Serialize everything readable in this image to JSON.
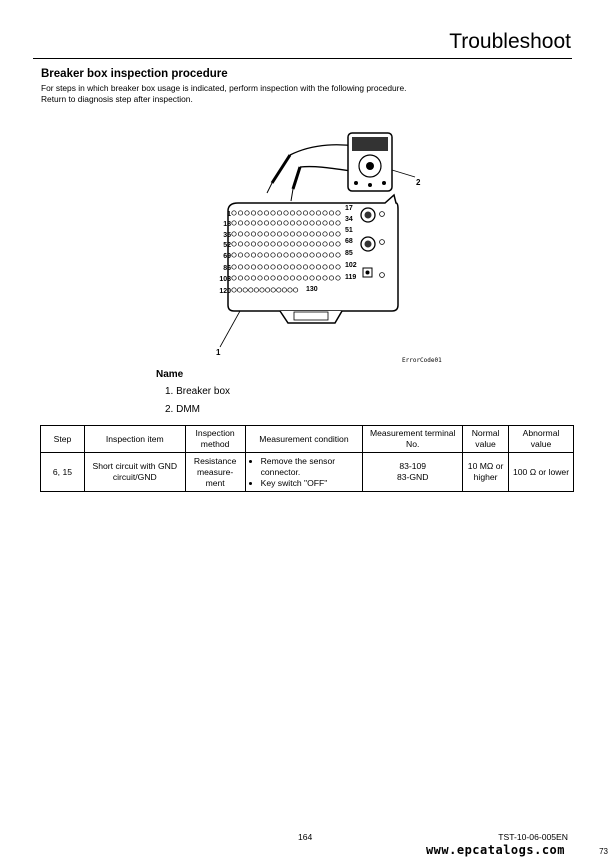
{
  "header": {
    "title": "Troubleshoot"
  },
  "section": {
    "title": "Breaker box inspection procedure",
    "intro_line1": "For steps in which breaker box usage is indicated, perform inspection with the following procedure.",
    "intro_line2": "Return to diagnosis step after inspection."
  },
  "diagram": {
    "row_labels": [
      "1",
      "18",
      "35",
      "52",
      "69",
      "86",
      "103",
      "120"
    ],
    "row_end_labels": [
      "17",
      "34",
      "51",
      "68",
      "85",
      "102",
      "119"
    ],
    "bottom_label": "130",
    "callout_1": "1",
    "callout_2": "2",
    "code": "ErrorCode01"
  },
  "names": {
    "heading": "Name",
    "items": [
      "1.  Breaker box",
      "2.  DMM"
    ]
  },
  "table": {
    "headers": [
      "Step",
      "Inspection item",
      "Inspection method",
      "Measurement condition",
      "Measurement terminal No.",
      "Normal value",
      "Abnormal value"
    ],
    "rows": [
      {
        "step": "6, 15",
        "item": "Short circuit with GND circuit/GND",
        "method": "Resistance measure-ment",
        "condition_1": "Remove the sensor connector.",
        "condition_2": "Key switch \"OFF\"",
        "terminal_1": "83-109",
        "terminal_2": "83-GND",
        "normal": "10 MΩ or higher",
        "abnormal": "100 Ω or lower"
      }
    ]
  },
  "footer": {
    "page_number": "164",
    "doc_code": "TST-10-06-005EN",
    "watermark": "www.epcatalogs.com",
    "page_tab": "73"
  }
}
